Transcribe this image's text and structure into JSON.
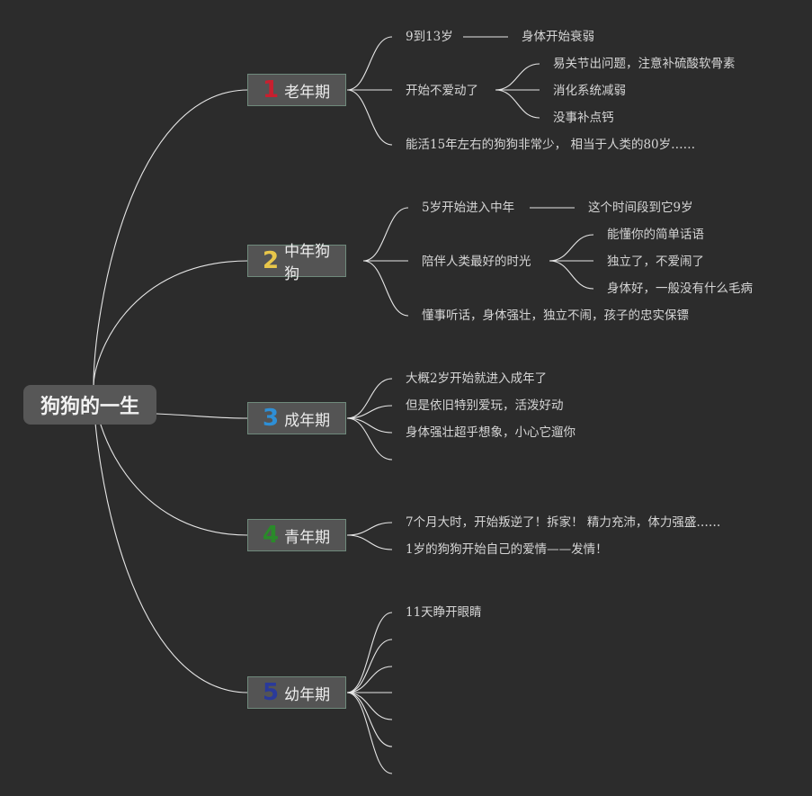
{
  "root": {
    "title": "狗狗的一生"
  },
  "colors": {
    "line": "#e6e6e6",
    "num1": "#c8202f",
    "num2": "#e8c64a",
    "num3": "#2e8fd6",
    "num4": "#2a8a2a",
    "num5": "#2a3a9a"
  },
  "branches": [
    {
      "num": "1",
      "label": "老年期",
      "children": [
        {
          "text": "9到13岁",
          "sub": [
            "身体开始衰弱"
          ]
        },
        {
          "text": "开始不爱动了",
          "sub": [
            "易关节出问题，注意补硫酸软骨素",
            "消化系统减弱",
            "没事补点钙"
          ]
        },
        {
          "text": "能活15年左右的狗狗非常少， 相当于人类的80岁……",
          "sub": []
        }
      ]
    },
    {
      "num": "2",
      "label": "中年狗狗",
      "children": [
        {
          "text": "5岁开始进入中年",
          "sub": [
            "这个时间段到它9岁"
          ]
        },
        {
          "text": "陪伴人类最好的时光",
          "sub": [
            "能懂你的简单话语",
            "独立了，不爱闹了",
            "身体好，一般没有什么毛病"
          ]
        },
        {
          "text": "懂事听话，身体强壮，独立不闹，孩子的忠实保镖",
          "sub": []
        }
      ]
    },
    {
      "num": "3",
      "label": "成年期",
      "children": [
        {
          "text": "大概2岁开始就进入成年了",
          "sub": []
        },
        {
          "text": "但是依旧特别爱玩，活泼好动",
          "sub": []
        },
        {
          "text": "身体强壮超乎想象，小心它遛你",
          "sub": []
        },
        {
          "text": "",
          "sub": []
        }
      ]
    },
    {
      "num": "4",
      "label": "青年期",
      "children": [
        {
          "text": "7个月大时，开始叛逆了！拆家！ 精力充沛，体力强盛……",
          "sub": []
        },
        {
          "text": "1岁的狗狗开始自己的爱情——发情！",
          "sub": []
        }
      ]
    },
    {
      "num": "5",
      "label": "幼年期",
      "children": [
        {
          "text": "11天睁开眼睛",
          "sub": []
        },
        {
          "text": "",
          "sub": []
        },
        {
          "text": "",
          "sub": []
        },
        {
          "text": "",
          "sub": []
        },
        {
          "text": "",
          "sub": []
        },
        {
          "text": "",
          "sub": []
        },
        {
          "text": "",
          "sub": []
        }
      ]
    }
  ]
}
